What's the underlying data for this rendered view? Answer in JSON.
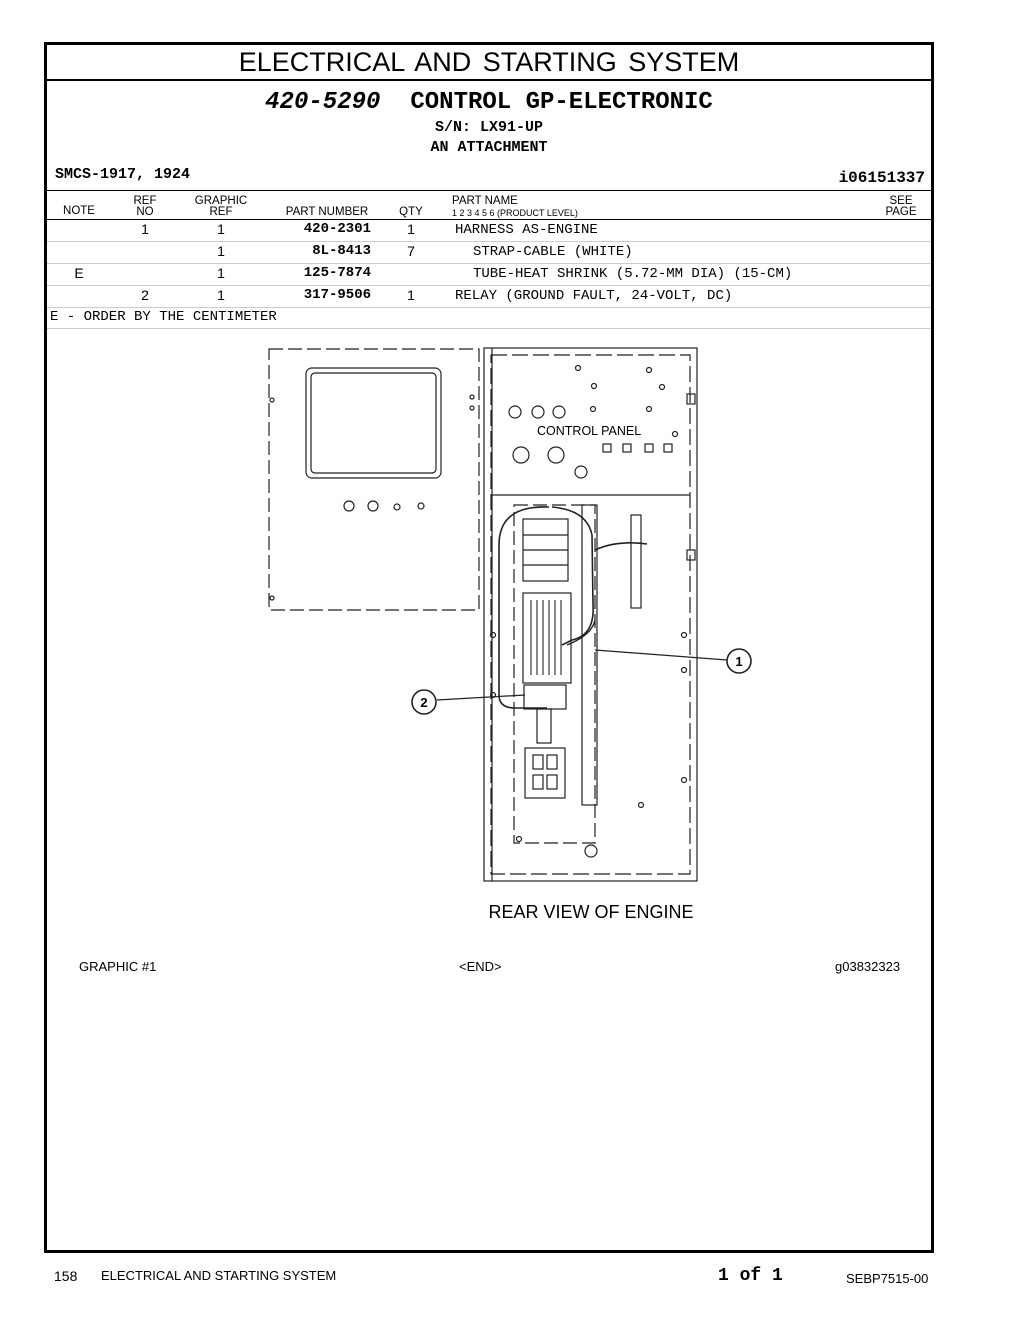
{
  "section_title": "ELECTRICAL AND STARTING SYSTEM",
  "group": {
    "part_number": "420-5290",
    "name": "CONTROL GP-ELECTRONIC",
    "serial": "S/N: LX91-UP",
    "type": "AN ATTACHMENT"
  },
  "smcs": "SMCS-1917, 1924",
  "info_id": "i06151337",
  "headers": {
    "note": "NOTE",
    "ref_top": "REF",
    "ref_bottom": "NO",
    "graphic_top": "GRAPHIC",
    "graphic_bottom": "REF",
    "part_number": "PART NUMBER",
    "qty": "QTY",
    "part_name_top": "PART NAME",
    "part_name_levels": "1  2  3  4  5  6  (PRODUCT LEVEL)",
    "see_top": "SEE",
    "see_bottom": "PAGE"
  },
  "parts": [
    {
      "note": "",
      "ref": "1",
      "graphic": "1",
      "part_number": "420-2301",
      "qty": "1",
      "name": "HARNESS AS-ENGINE"
    },
    {
      "note": "",
      "ref": "",
      "graphic": "1",
      "part_number": "8L-8413",
      "qty": "7",
      "name": "STRAP-CABLE (WHITE)"
    },
    {
      "note": "E",
      "ref": "",
      "graphic": "1",
      "part_number": "125-7874",
      "qty": "",
      "name": "TUBE-HEAT SHRINK (5.72-MM DIA) (15-CM)"
    },
    {
      "note": "",
      "ref": "2",
      "graphic": "1",
      "part_number": "317-9506",
      "qty": "1",
      "name": "RELAY (GROUND FAULT, 24-VOLT, DC)"
    }
  ],
  "footnote": "E - ORDER BY THE CENTIMETER",
  "figure": {
    "panel_label": "CONTROL PANEL",
    "view_label": "REAR VIEW OF ENGINE",
    "callout_1": "1",
    "callout_2": "2"
  },
  "graphic_label": "GRAPHIC #1",
  "end_label": "<END>",
  "graphic_id": "g03832323",
  "page": {
    "number": "158",
    "section": "ELECTRICAL AND STARTING SYSTEM",
    "of": "1 of 1",
    "doc": "SEBP7515-00"
  }
}
